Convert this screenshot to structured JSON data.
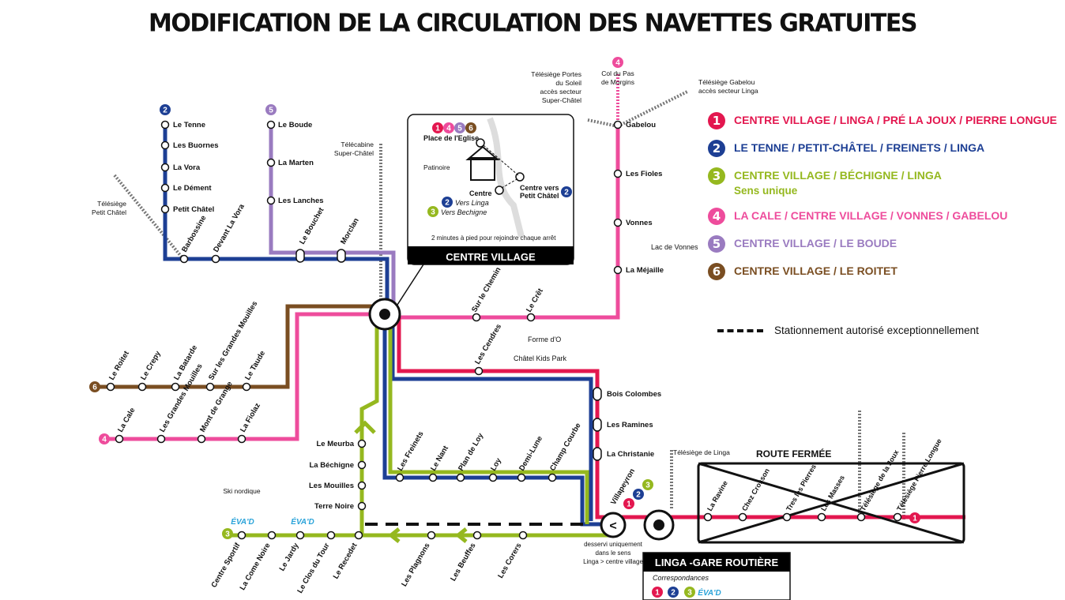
{
  "title": "MODIFICATION DE LA CIRCULATION DES NAVETTES GRATUITES",
  "colors": {
    "line1": "#e3174f",
    "line2": "#1d3f94",
    "line3": "#95b81f",
    "line4": "#ee4c9c",
    "line5": "#9a7bc0",
    "line6": "#7a4e22",
    "route_closed": "#000000"
  },
  "legend": [
    {
      "num": "1",
      "label": "CENTRE VILLAGE / LINGA / PRÉ LA JOUX / PIERRE LONGUE",
      "sub": ""
    },
    {
      "num": "2",
      "label": "LE TENNE / PETIT-CHÂTEL / FREINETS / LINGA",
      "sub": ""
    },
    {
      "num": "3",
      "label": "CENTRE VILLAGE / BÉCHIGNE / LINGA",
      "sub": "Sens unique"
    },
    {
      "num": "4",
      "label": "LA CALE / CENTRE VILLAGE / VONNES / GABELOU",
      "sub": ""
    },
    {
      "num": "5",
      "label": "CENTRE VILLAGE / LE BOUDE",
      "sub": ""
    },
    {
      "num": "6",
      "label": "CENTRE VILLAGE / LE ROITET",
      "sub": ""
    }
  ],
  "parking_note": "Stationnement autorisé exceptionnellement",
  "hubs": {
    "centre_village": "CENTRE VILLAGE",
    "linga": "LINGA -GARE ROUTIÈRE",
    "correspondances": "Correspondances",
    "evad": "ÉVA'D"
  },
  "inset": {
    "place_eglise": "Place de l'Eglise",
    "patinoire": "Patinoire",
    "centre": "Centre",
    "centre_vers": "Centre vers",
    "petit_chatel": "Petit Châtel",
    "vers_linga": "Vers Linga",
    "vers_bechigne": "Vers Bechigne",
    "walk_note": "2 minutes à pied pour rejoindre chaque arrêt"
  },
  "lifts": {
    "portes_soleil": [
      "Télésiège Portes",
      "du Soleil",
      "accès secteur",
      "Super-Châtel"
    ],
    "col_pas": [
      "Col du Pas",
      "de Morgins"
    ],
    "gabelou": [
      "Télésiège Gabelou",
      "accès secteur Linga"
    ],
    "telecabine": [
      "Télécabine",
      "Super-Châtel"
    ],
    "petit_chatel": [
      "Télésiège",
      "Petit Châtel"
    ],
    "linga": "Télésiège de Linga",
    "ski_nordique": "Ski nordique"
  },
  "places": {
    "lac_vonnes": "Lac de Vonnes",
    "forme_do": "Forme d'O",
    "kids_park": "Châtel Kids Park",
    "route_fermee": "ROUTE FERMÉE",
    "desservi": [
      "desservi uniquement",
      "dans le sens",
      "Linga > centre village"
    ]
  },
  "stops": {
    "line2_vertical": [
      "Le Tenne",
      "Les Buornes",
      "La Vora",
      "Le Dément",
      "Petit Châtel"
    ],
    "line2_top": [
      "Barbossine",
      "Devant La Vora"
    ],
    "line5_vertical": [
      "Le Boude",
      "La Marten",
      "Les Lanches"
    ],
    "line5_top": [
      "Le Bouchet",
      "Morclan"
    ],
    "line4_right": [
      "Gabelou",
      "Les Fioles",
      "Vonnes",
      "La Méjaille"
    ],
    "line4_mid": [
      "Sur le Chemin",
      "Le Crêt"
    ],
    "cendres": "Les Cendres",
    "line1_right": [
      "Bois Colombes",
      "Les Ramines",
      "La Christanie"
    ],
    "line6": [
      "Le Roitet",
      "Le Crepy",
      "La Batarde",
      "Sur les Grandes Mouilles",
      "Le Taude"
    ],
    "line4_left": [
      "La Cale",
      "Les Grandes Mouilles",
      "Mont de Grange",
      "La Fiolaz"
    ],
    "line2_bottom": [
      "Les Freinets",
      "Le Nant",
      "Plan de Loy",
      "Loy",
      "Demi-Lune",
      "Champ Courbe"
    ],
    "villapeyron": "Villapeyron",
    "line3_vertical": [
      "Le Meurba",
      "La Béchigne",
      "Les Mouilles",
      "Terre Noire"
    ],
    "line3_bottom_left": [
      "Centre Sportif",
      "La Come Noire",
      "Le Jardy",
      "Le Clos du Tour",
      "Le Recedet"
    ],
    "line3_bottom_mid": [
      "Les Plagnons",
      "Les Beuffes",
      "Les Corers"
    ],
    "line1_linga": [
      "La Ravine",
      "Chez Crosson",
      "Tres les Pierres",
      "Les Masses",
      "Télésiège de la Joux",
      "Télésiège Pierre Longue"
    ]
  }
}
